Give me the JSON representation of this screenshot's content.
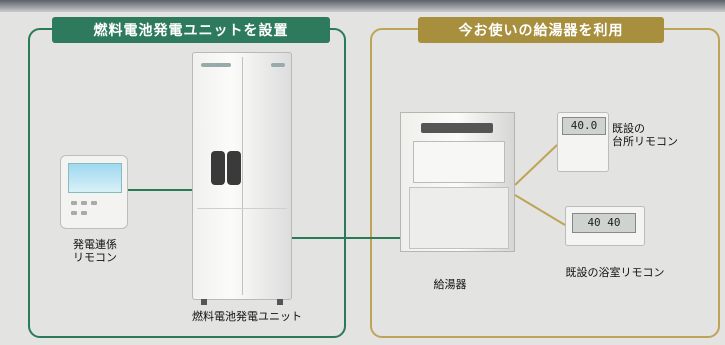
{
  "headers": {
    "left": "燃料電池発電ユニットを設置",
    "right": "今お使いの給湯器を利用"
  },
  "labels": {
    "power_remote": [
      "発電連係",
      "リモコン"
    ],
    "fuel_cell_unit": "燃料電池発電ユニット",
    "water_heater": "給湯器",
    "existing_kitchen_remote": [
      "既設の",
      "台所リモコン"
    ],
    "existing_bath_remote": "既設の浴室リモコン"
  },
  "displays": {
    "kitchen_remote_lcd": "40.0",
    "bath_remote_lcd": "40 40"
  },
  "colors": {
    "left_panel": "#2a7a57",
    "right_panel": "#bda456",
    "left_header": "#2d7a5d",
    "right_header": "#a88f3e"
  }
}
